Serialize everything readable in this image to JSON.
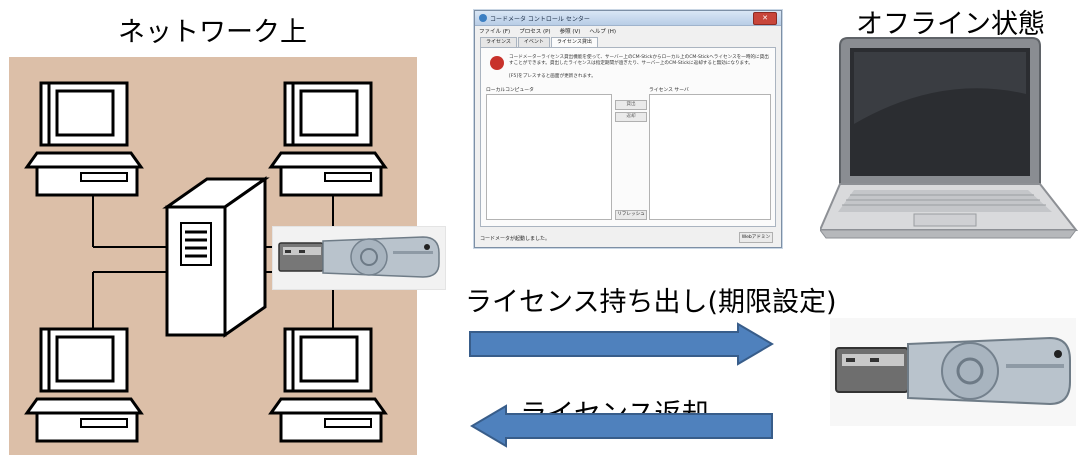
{
  "labels": {
    "network": "ネットワーク上",
    "offline": "オフライン状態",
    "export": "ライセンス持ち出し(期限設定)",
    "return": "ライセンス返却"
  },
  "app_window": {
    "title": "コードメータ コントロール センター",
    "menu": [
      "ファイル (F)",
      "プロセス (P)",
      "参照 (V)",
      "ヘルプ (H)"
    ],
    "tabs": [
      "ライセンス",
      "イベント",
      "ライセンス貸出"
    ],
    "description": "コードメーターライセンス貸出機能を使って、サーバー上のCM-Stickからローカル上のCM-Stickへライセンスを一時的に貸出すことができます。貸出したライセンスは指定期間が過ぎたり、サーバー上のCM-Stickに返却すると無効になります。",
    "refresh_note": "[F5]をプレスすると画面が更新されます。",
    "local_label": "ローカルコンピュータ",
    "server_label": "ライセンス サーバ",
    "export_button": "貸出",
    "return_button": "返却",
    "refresh_button": "リフレッシュ",
    "status": "コードメータが起動しました。",
    "web_button": "Webアドミン"
  },
  "colors": {
    "network_background": "#dcbfa8",
    "arrow_fill": "#4f81bd",
    "arrow_stroke": "#385d8a"
  }
}
